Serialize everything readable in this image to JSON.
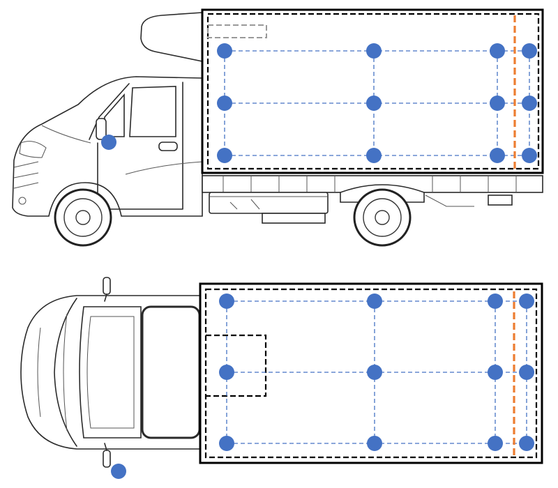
{
  "colors": {
    "marker": "#4472c4",
    "grid": "#4472c4",
    "divider": "#ed7d31",
    "box": "#000000",
    "dashed_small": "#999999",
    "background": "#ffffff"
  },
  "side_view": {
    "grid_columns": 4,
    "grid_rows": 3,
    "markers_in_box": 12,
    "cab_marker": 1,
    "has_small_dashed_rect": true
  },
  "top_view": {
    "grid_columns": 4,
    "grid_rows": 3,
    "markers_in_box": 12,
    "mirror_marker": 1,
    "has_cab_overlap_dashed_rect": true
  }
}
